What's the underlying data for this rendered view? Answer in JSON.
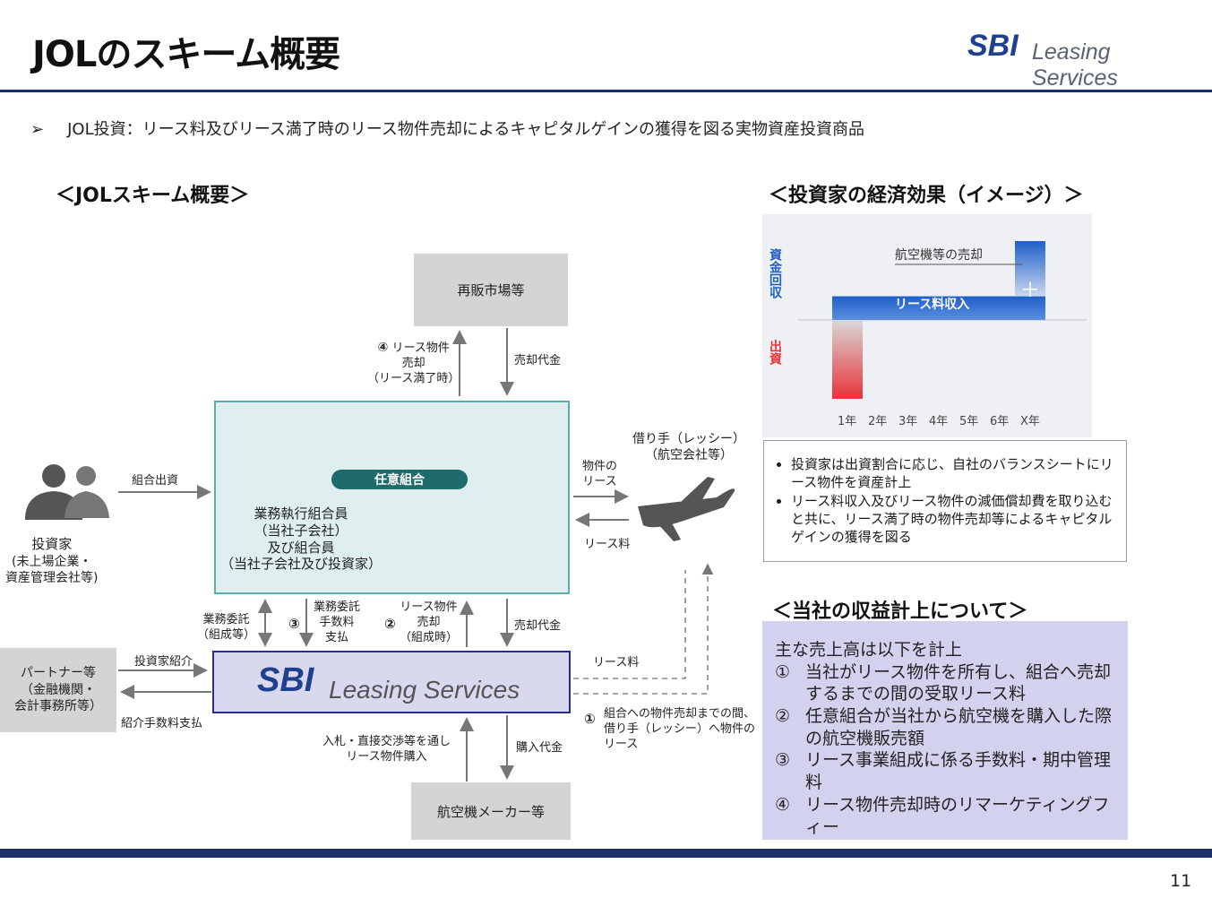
{
  "header": {
    "title": "JOLのスキーム概要"
  },
  "logo": {
    "sbi": "SBI",
    "text": "Leasing Services"
  },
  "bullet": {
    "mark": "➢",
    "text": "JOL投資：リース料及びリース満了時のリース物件売却によるキャピタルゲインの獲得を図る実物資産投資商品"
  },
  "sections": {
    "scheme": "＜JOLスキーム概要＞",
    "effect": "＜投資家の経済効果（イメージ）＞",
    "revenue": "＜当社の収益計上について＞"
  },
  "diagram": {
    "resale": "再販市場等",
    "label_4_num": "④",
    "label_4_text": "リース物件",
    "label_4_text2": "売却",
    "label_4_text3": "（リース満了時）",
    "sale_price_top": "売却代金",
    "union_name": "任意組合",
    "union_desc": [
      "業務執行組合員",
      "（当社子会社）",
      "及び組合員",
      "（当社子会社及び投資家）"
    ],
    "investor_contribution": "組合出資",
    "investor": [
      "投資家",
      "(未上場企業・",
      "資産管理会社等)"
    ],
    "lease_item": [
      "物件の",
      "リース"
    ],
    "lessee": [
      "借り手（レッシー）",
      "（航空会社等）"
    ],
    "lease_fee_1": "リース料",
    "biz_commission": [
      "業務委託",
      "（組成等）"
    ],
    "label_3_num": "③",
    "biz_fee": [
      "業務委託",
      "手数料",
      "支払"
    ],
    "label_2_num": "②",
    "lease_sale": [
      "リース物件",
      "売却",
      "（組成時）"
    ],
    "sale_price_mid": "売却代金",
    "lease_fee_2": "リース料",
    "partner": [
      "パートナー等",
      "（金融機関・",
      "会計事務所等）"
    ],
    "investor_intro": "投資家紹介",
    "intro_fee": "紹介手数料支払",
    "label_1_num": "①",
    "label_1_text": [
      "組合への物件売却までの間、",
      "借り手（レッシー）へ物件の",
      "リース"
    ],
    "bid": [
      "入札・直接交渉等を通し",
      "リース物件購入"
    ],
    "purchase_price": "購入代金",
    "maker": "航空機メーカー等",
    "sbi_box": {
      "sbi": "SBI",
      "text": "Leasing Services"
    }
  },
  "chart_data": {
    "type": "bar",
    "categories": [
      "1年",
      "2年",
      "3年",
      "4年",
      "5年",
      "6年",
      "X年"
    ],
    "y_label_top": "資金回収",
    "y_label_bottom": "出資",
    "annotations": {
      "sale": "航空機等の売却",
      "income": "リース料収入",
      "plus": "＋"
    },
    "series": [
      {
        "name": "出資",
        "values": [
          -1,
          0,
          0,
          0,
          0,
          0,
          0
        ]
      },
      {
        "name": "リース料収入",
        "values": [
          0.3,
          0.3,
          0.3,
          0.3,
          0.3,
          0.3,
          0.3
        ]
      },
      {
        "name": "航空機等の売却",
        "values": [
          0,
          0,
          0,
          0,
          0,
          0,
          0.7
        ]
      }
    ],
    "colors": {
      "investment": "#e8333a",
      "income": "#1f5fc8"
    }
  },
  "effect_bullets": [
    "投資家は出資割合に応じ、自社のバランスシートにリース物件を資産計上",
    "リース料収入及びリース物件の減価償却費を取り込むと共に、リース満了時の物件売却等によるキャピタルゲインの獲得を図る"
  ],
  "revenue": {
    "intro": "主な売上高は以下を計上",
    "items": [
      {
        "num": "①",
        "text": "当社がリース物件を所有し、組合へ売却するまでの間の受取リース料"
      },
      {
        "num": "②",
        "text": "任意組合が当社から航空機を購入した際の航空機販売額"
      },
      {
        "num": "③",
        "text": "リース事業組成に係る手数料・期中管理料"
      },
      {
        "num": "④",
        "text": "リース物件売却時のリマーケティングフィー"
      }
    ]
  },
  "page": {
    "number": "11"
  }
}
